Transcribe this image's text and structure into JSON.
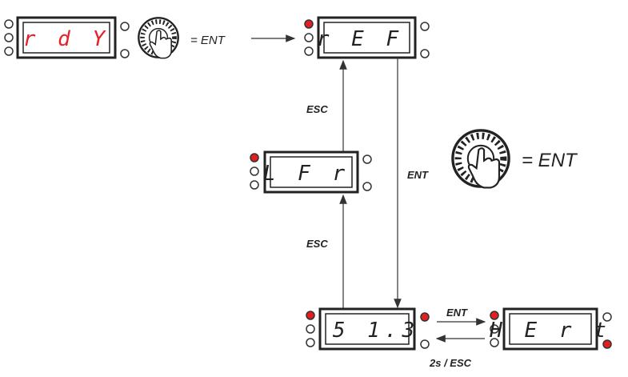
{
  "colors": {
    "led_on": "#e02020",
    "lcd_red": "#e8202a",
    "lcd_dark": "#222222",
    "line": "#333333"
  },
  "displays": {
    "rdy": {
      "text": "r d Y"
    },
    "ref": {
      "text": "r E F"
    },
    "lfr": {
      "text": "L F r"
    },
    "si3": {
      "text": "5 1.3"
    },
    "hert": {
      "text": "H E r t"
    }
  },
  "labels": {
    "ent_top": "= ENT",
    "ent_big": "= ENT",
    "esc_upper": "ESC",
    "ent_down": "ENT",
    "esc_lower": "ESC",
    "ent_right": "ENT",
    "esc_back": "2s / ESC"
  },
  "icons": {
    "jog_dial_small": "jog-dial-press-icon",
    "jog_dial_large": "jog-dial-press-icon"
  }
}
